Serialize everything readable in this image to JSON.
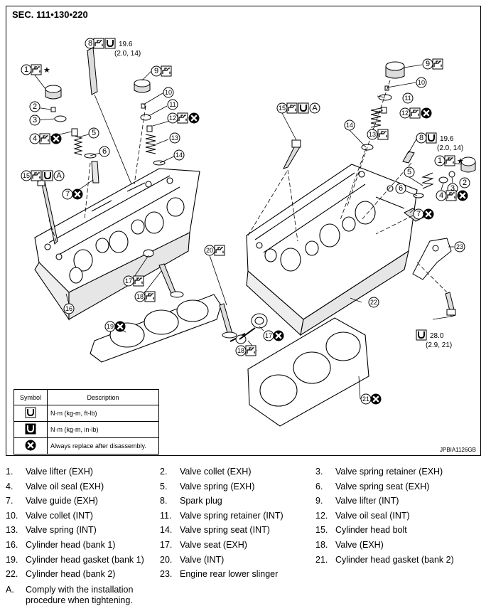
{
  "section_title": "SEC. 111•130•220",
  "figure_code": "JPBIA1126GB",
  "torque_top": {
    "value": "19.6",
    "alt": "(2.0, 14)"
  },
  "torque_right": {
    "value": "19.6",
    "alt": "(2.0, 14)"
  },
  "torque_bottom": {
    "value": "28.0",
    "alt": "(2.9, 21)"
  },
  "star": "★",
  "note_letter": "A",
  "callouts": {
    "c1a": "1",
    "c2a": "2",
    "c3a": "3",
    "c4a": "4",
    "c5a": "5",
    "c6a": "6",
    "c7a": "7",
    "c8a": "8",
    "c9a": "9",
    "c10a": "10",
    "c11a": "11",
    "c12a": "12",
    "c13a": "13",
    "c14a": "14",
    "c15a": "15",
    "c16": "16",
    "c17a": "17",
    "c18a": "18",
    "c19": "19",
    "c20": "20",
    "c15b": "15",
    "c14b": "14",
    "c13b": "13",
    "c12b": "12",
    "c11b": "11",
    "c10b": "10",
    "c9b": "9",
    "c8b": "8",
    "c1b": "1",
    "c2b": "2",
    "c3b": "3",
    "c4b": "4",
    "c5b": "5",
    "c6b": "6",
    "c7b": "7",
    "c23": "23",
    "c22": "22",
    "c17b": "17",
    "c18b": "18",
    "c21": "21"
  },
  "symbol_table": {
    "header_symbol": "Symbol",
    "header_description": "Description",
    "rows": [
      {
        "icon": "torque-nm-ftlb-icon",
        "description": "N·m (kg-m, ft-lb)"
      },
      {
        "icon": "torque-nm-inlb-icon",
        "description": "N·m (kg-m, in-lb)"
      },
      {
        "icon": "replace-icon",
        "description": "Always replace after disassembly."
      }
    ]
  },
  "legend": [
    {
      "num": "1.",
      "text": "Valve lifter (EXH)"
    },
    {
      "num": "2.",
      "text": "Valve collet (EXH)"
    },
    {
      "num": "3.",
      "text": "Valve spring retainer (EXH)"
    },
    {
      "num": "4.",
      "text": "Valve oil seal (EXH)"
    },
    {
      "num": "5.",
      "text": "Valve spring (EXH)"
    },
    {
      "num": "6.",
      "text": "Valve spring seat (EXH)"
    },
    {
      "num": "7.",
      "text": "Valve guide (EXH)"
    },
    {
      "num": "8.",
      "text": "Spark plug"
    },
    {
      "num": "9.",
      "text": "Valve lifter (INT)"
    },
    {
      "num": "10.",
      "text": "Valve collet (INT)"
    },
    {
      "num": "11.",
      "text": "Valve spring retainer (INT)"
    },
    {
      "num": "12.",
      "text": "Valve oil seal (INT)"
    },
    {
      "num": "13.",
      "text": "Valve spring (INT)"
    },
    {
      "num": "14.",
      "text": "Valve spring seat (INT)"
    },
    {
      "num": "15.",
      "text": "Cylinder head bolt"
    },
    {
      "num": "16.",
      "text": "Cylinder head (bank 1)"
    },
    {
      "num": "17.",
      "text": "Valve seat (EXH)"
    },
    {
      "num": "18.",
      "text": "Valve (EXH)"
    },
    {
      "num": "19.",
      "text": "Cylinder head gasket (bank 1)"
    },
    {
      "num": "20.",
      "text": "Valve (INT)"
    },
    {
      "num": "21.",
      "text": "Cylinder head gasket (bank 2)"
    },
    {
      "num": "22.",
      "text": "Cylinder head (bank 2)"
    },
    {
      "num": "23.",
      "text": "Engine rear lower slinger"
    }
  ],
  "note": {
    "letter": "A.",
    "text": "Comply with the installation procedure when tightening."
  }
}
